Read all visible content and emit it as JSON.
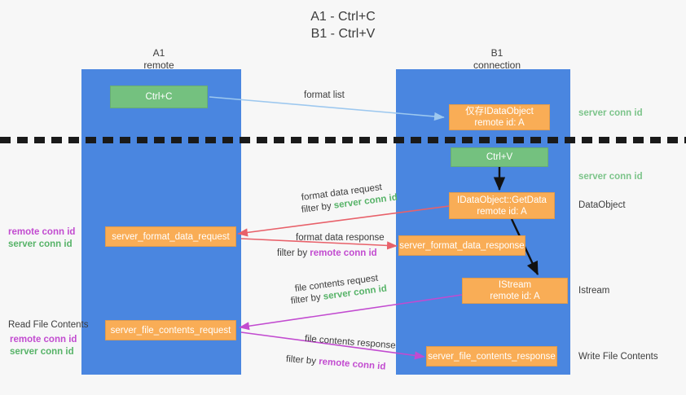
{
  "title": {
    "line1": "A1 - Ctrl+C",
    "line2": "B1 - Ctrl+V"
  },
  "lanes": [
    {
      "name": "A1",
      "sub": "remote"
    },
    {
      "name": "B1",
      "sub": "connection"
    }
  ],
  "boxes": {
    "ctrl_c": {
      "label": "Ctrl+C"
    },
    "ctrl_v": {
      "label": "Ctrl+V"
    },
    "idataobject": {
      "line1": "仅存IDataObject",
      "line2": "remote id: A"
    },
    "getdata": {
      "line1": "IDataObject::GetData",
      "line2": "remote id: A"
    },
    "istream": {
      "line1": "IStream",
      "line2": "remote id: A"
    },
    "format_data_request": {
      "label": "server_format_data_request"
    },
    "format_data_response": {
      "label": "server_format_data_response"
    },
    "file_contents_request": {
      "label": "server_file_contents_request"
    },
    "file_contents_response": {
      "label": "server_file_contents_response"
    }
  },
  "edges": {
    "format_list": "format list",
    "format_data_request": "format data request",
    "format_data_request_filter_prefix": "filter by ",
    "format_data_request_filter_key": "server conn id",
    "format_data_response": "format data response",
    "format_data_response_filter_prefix": "filter by ",
    "format_data_response_filter_key": "remote conn id",
    "file_contents_request": "file contents request",
    "file_contents_request_filter_prefix": "filter by ",
    "file_contents_request_filter_key": "server conn id",
    "file_contents_response": "file contents response",
    "file_contents_response_filter_prefix": "filter by ",
    "file_contents_response_filter_key": "remote conn id"
  },
  "annotations": {
    "right_server_conn_id_top": "server conn id",
    "right_server_conn_id_mid": "server conn id",
    "right_dataobject": "DataObject",
    "right_istream": "Istream",
    "right_write_file_contents": "Write File Contents",
    "left_read_file_contents": "Read File Contents",
    "left_stack_1_remote": "remote conn id",
    "left_stack_1_server": "server conn id",
    "left_stack_2_remote": "remote conn id",
    "left_stack_2_server": "server conn id"
  },
  "colors": {
    "lane": "#4a86e0",
    "green_box": "#74c17f",
    "orange_box": "#f9ad56",
    "green_text": "#57b368",
    "purple_text": "#c24bd0",
    "red_arrow": "#e8616a",
    "blue_arrow": "#9dc8ef",
    "black_arrow": "#111111",
    "divider": "#1a1a1a",
    "background": "#f7f7f7"
  }
}
